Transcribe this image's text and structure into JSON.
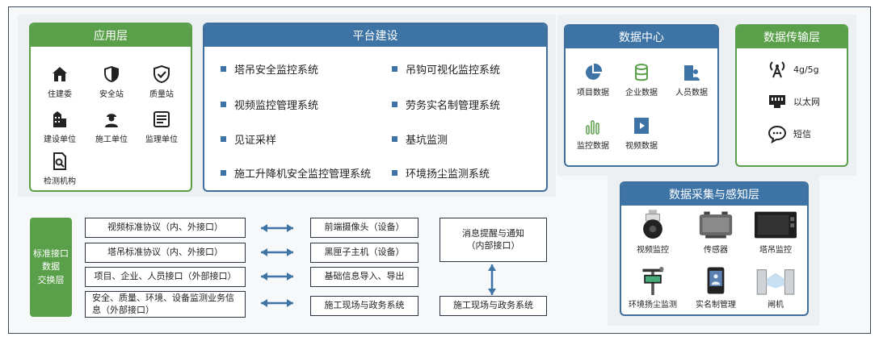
{
  "application_layer": {
    "title": "应用层",
    "items": [
      "住建委",
      "安全站",
      "质量站",
      "建设单位",
      "施工单位",
      "监理单位",
      "检测机构"
    ]
  },
  "platform": {
    "title": "平台建设",
    "systems": [
      "塔吊安全监控系统",
      "吊钩可视化监控系统",
      "视频监控管理系统",
      "劳务实名制管理系统",
      "见证采样",
      "基坑监测",
      "施工升降机安全监控管理系统",
      "环境扬尘监测系统"
    ]
  },
  "data_center": {
    "title": "数据中心",
    "items": [
      "项目数据",
      "企业数据",
      "人员数据",
      "监控数据",
      "视频数据"
    ]
  },
  "data_transfer": {
    "title": "数据传输层",
    "items": [
      "4g/5g",
      "以太网",
      "短信"
    ]
  },
  "exchange": {
    "label_lines": [
      "标准接口",
      "数据",
      "交换层"
    ],
    "protocols": [
      "视频标准协议（内、外接口）",
      "塔吊标准协议（内、外接口）",
      "项目、企业、人员接口（外部接口）",
      "安全、质量、环境、设备监测业务信息（外部接口）"
    ],
    "targets": [
      "前端摄像头（设备）",
      "黑匣子主机（设备）",
      "基础信息导入、导出",
      "施工现场与政务系统"
    ],
    "notify": "消息提醒与通知（内部接口）",
    "bottom_right": "施工现场与政务系统"
  },
  "perception": {
    "title": "数据采集与感知层",
    "items": [
      "视频监控",
      "传感器",
      "塔吊监控",
      "环境扬尘监测",
      "实名制管理",
      "闸机"
    ]
  },
  "colors": {
    "green": "#5aa04a",
    "blue": "#3e73a6",
    "panel": "#edf0f2"
  }
}
